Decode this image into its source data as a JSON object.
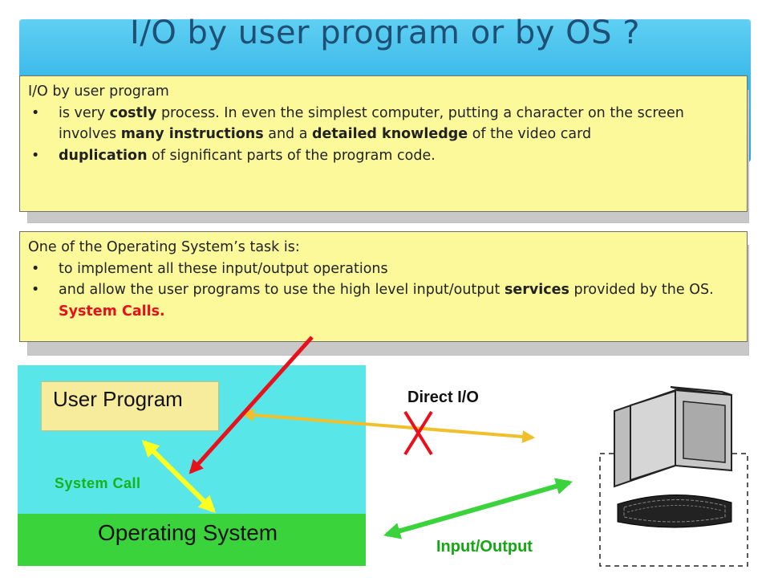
{
  "slide": {
    "title": "I/O by user program or by OS ?"
  },
  "note_user_program": {
    "heading": "I/O by user program",
    "bullets": [
      {
        "parts": [
          {
            "text": "is very ",
            "bold": false
          },
          {
            "text": "costly",
            "bold": true
          },
          {
            "text": " process. In even the simplest computer, putting a character on the screen involves ",
            "bold": false
          },
          {
            "text": "many instructions",
            "bold": true
          },
          {
            "text": " and a ",
            "bold": false
          },
          {
            "text": "detailed knowledge",
            "bold": true
          },
          {
            "text": " of the video card",
            "bold": false
          }
        ]
      },
      {
        "parts": [
          {
            "text": "duplication",
            "bold": true
          },
          {
            "text": " of significant parts of the program code.",
            "bold": false
          }
        ]
      }
    ]
  },
  "note_os": {
    "heading": "One of the Operating System’s task is:",
    "bullets": [
      {
        "parts": [
          {
            "text": "to implement all these input/output operations",
            "bold": false
          }
        ]
      },
      {
        "parts": [
          {
            "text": "and allow the user programs to use the high level input/output ",
            "bold": false
          },
          {
            "text": "services",
            "bold": true
          },
          {
            "text": " provided by the OS. ",
            "bold": false
          },
          {
            "text": "System Calls.",
            "bold": true,
            "red": true
          }
        ]
      }
    ]
  },
  "diagram": {
    "user_program_label": "User Program",
    "operating_system_label": "Operating System",
    "system_call_label": "System Call",
    "direct_io_label": "Direct I/O",
    "input_output_label": "Input/Output",
    "colors": {
      "app_area": "#58e6e8",
      "os_area": "#3bd33b",
      "user_box": "#f7ec9b",
      "direct_io_arrow": "#f0bf2a",
      "io_arrow": "#3bd33b",
      "system_call_arrow": "#ffff20",
      "pointer_arrow": "#e8101a",
      "cross": "#e8101a"
    },
    "device_icons": [
      "computer-monitor-icon",
      "keyboard-icon"
    ]
  }
}
